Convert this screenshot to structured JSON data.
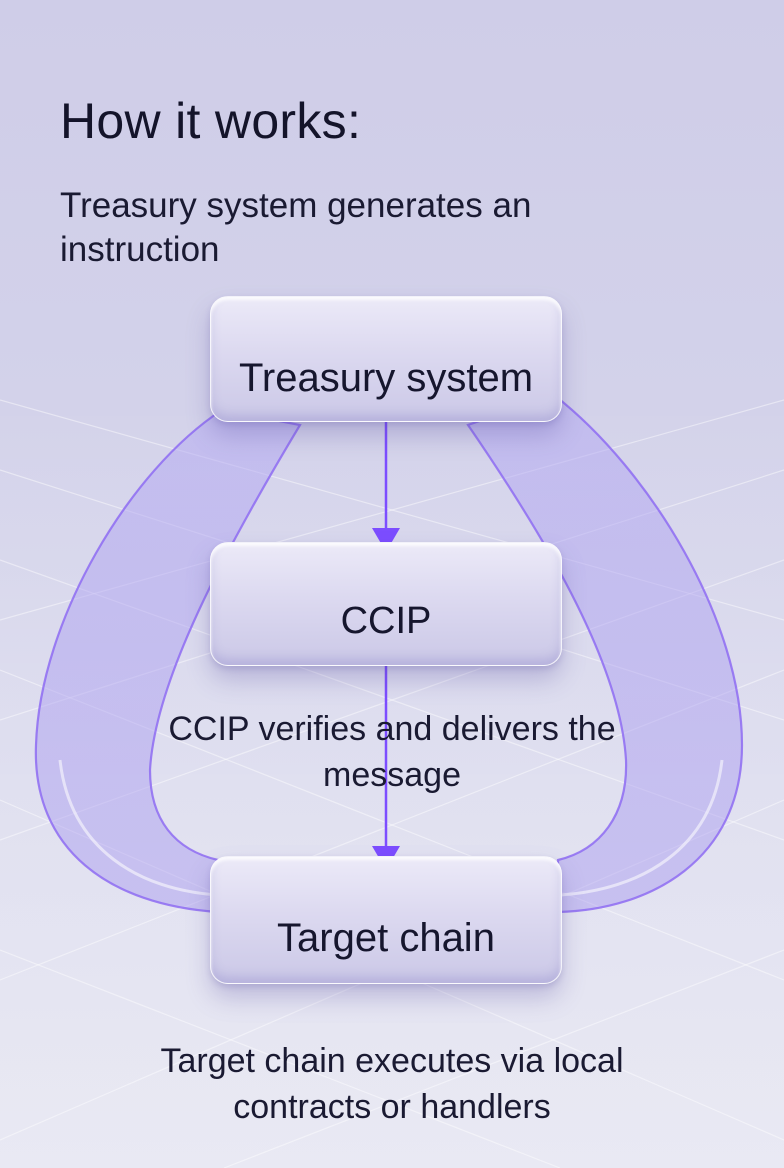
{
  "heading": "How it works:",
  "intro": "Treasury system generates an instruction",
  "nodes": {
    "treasury": "Treasury system",
    "ccip": "CCIP",
    "target": "Target chain"
  },
  "captions": {
    "ccip_step": "CCIP verifies and delivers the message",
    "target_step": "Target chain executes via local contracts or handlers"
  },
  "colors": {
    "accent": "#7c4dff",
    "background": "#d3d2ea",
    "box": "#dcd9f0",
    "text": "#16162e"
  },
  "icons": [
    "arrow-down-icon"
  ]
}
